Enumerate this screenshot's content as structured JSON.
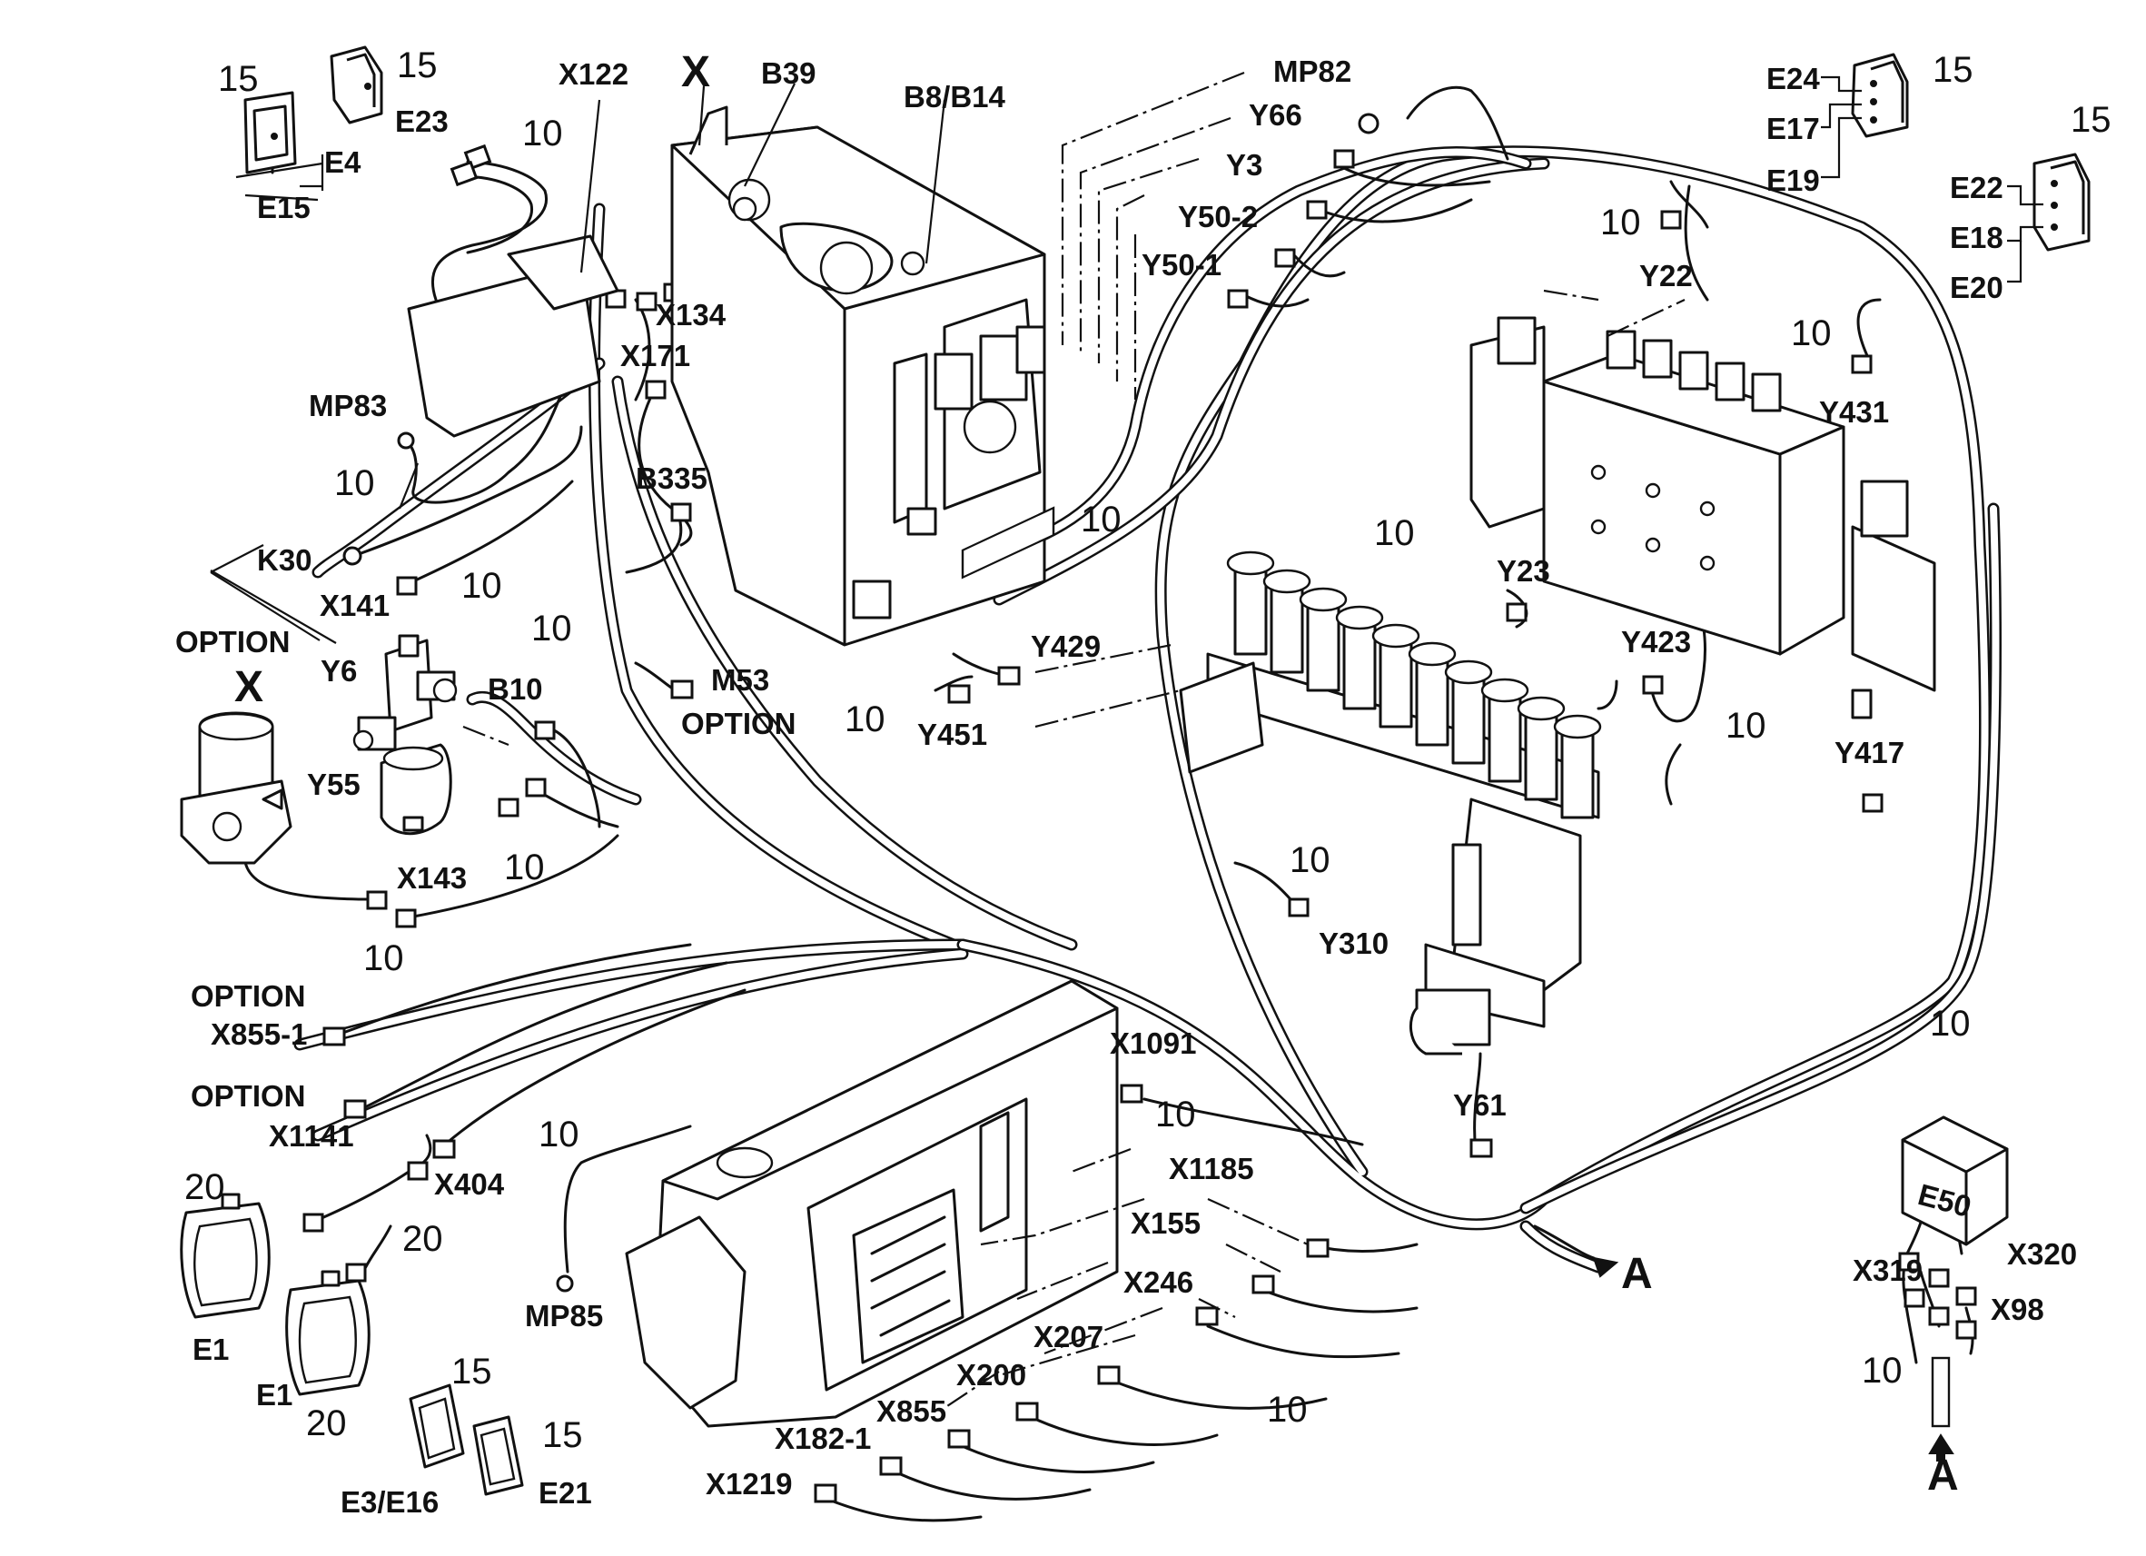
{
  "labels": {
    "x_top": "X",
    "x_left": "X",
    "arrow_right": "A",
    "arrow_bottom": "A"
  },
  "parts": {
    "E23": "E23",
    "E4": "E4",
    "E15": "E15",
    "X122": "X122",
    "B39": "B39",
    "B8_B14": "B8/B14",
    "X134": "X134",
    "X171": "X171",
    "MP83": "MP83",
    "B335": "B335",
    "K30": "K30",
    "X141": "X141",
    "OPTION_1": "OPTION",
    "Y6": "Y6",
    "B10": "B10",
    "Y55": "Y55",
    "X143": "X143",
    "M53": "M53",
    "OPTION_M53": "OPTION",
    "OPTION_2": "OPTION",
    "X855_1": "X855-1",
    "OPTION_3": "OPTION",
    "X1141": "X1141",
    "X404": "X404",
    "E1_a": "E1",
    "E1_b": "E1",
    "E3_E16": "E3/E16",
    "E21": "E21",
    "MP85": "MP85",
    "MP82": "MP82",
    "Y66": "Y66",
    "Y3": "Y3",
    "Y50_2": "Y50-2",
    "Y50_1": "Y50-1",
    "Y429": "Y429",
    "Y451": "Y451",
    "E24": "E24",
    "E17": "E17",
    "E19": "E19",
    "E22": "E22",
    "E18": "E18",
    "E20": "E20",
    "Y22": "Y22",
    "Y431": "Y431",
    "Y23": "Y23",
    "Y423": "Y423",
    "Y417": "Y417",
    "Y310": "Y310",
    "Y61": "Y61",
    "X1091": "X1091",
    "X1185": "X1185",
    "X155": "X155",
    "X246": "X246",
    "X207": "X207",
    "X200": "X200",
    "X855": "X855",
    "X182_1": "X182-1",
    "X1219": "X1219",
    "E50": "E50",
    "X319": "X319",
    "X320": "X320",
    "X98": "X98"
  },
  "item_numbers": {
    "n10": "10",
    "n15": "15",
    "n20": "20"
  }
}
